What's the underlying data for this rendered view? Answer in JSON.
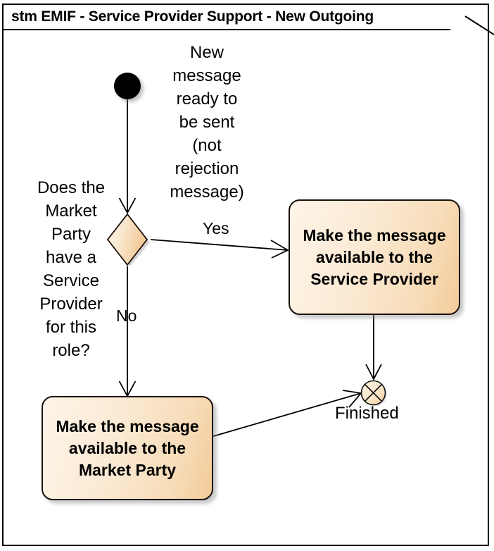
{
  "diagram": {
    "title": "stm EMIF - Service Provider Support - New Outgoing",
    "kind": "uml-state-machine",
    "colors": {
      "frame_border": "#000000",
      "node_fill_light": "#fdf4e8",
      "node_fill_dark": "#f2cb99",
      "node_border": "#1a1008",
      "initial_node_fill": "#000000",
      "connector": "#000000",
      "shadow": "#8a8a8a"
    },
    "nodes": [
      {
        "id": "initial",
        "type": "initial-node",
        "label": ""
      },
      {
        "id": "decision",
        "type": "decision-diamond",
        "label": "Does the Market Party have a Service Provider for this role?"
      },
      {
        "id": "state-service-provider",
        "type": "state",
        "label": "Make the message available to the Service Provider"
      },
      {
        "id": "state-market-party",
        "type": "state",
        "label": "Make the message available to the Market Party"
      },
      {
        "id": "terminate",
        "type": "terminate-node",
        "label": "Finished"
      }
    ],
    "labels": {
      "trigger_text": "New\nmessage\nready to\nbe sent\n(not\nrejection\nmessage)",
      "decision_question": "Does the\nMarket\nParty\nhave a\nService\nProvider\nfor this\nrole?",
      "guard_yes": "Yes",
      "guard_no": "No",
      "terminate_label": "Finished",
      "state_service_provider": "Make the\nmessage\navailable to the\nService Provider",
      "state_market_party": "Make the\nmessage\navailable to the\nMarket Party"
    },
    "transitions": [
      {
        "from": "initial",
        "to": "decision",
        "guard": "",
        "trigger": "New message ready to be sent (not rejection message)"
      },
      {
        "from": "decision",
        "to": "state-service-provider",
        "guard": "Yes",
        "trigger": ""
      },
      {
        "from": "decision",
        "to": "state-market-party",
        "guard": "No",
        "trigger": ""
      },
      {
        "from": "state-service-provider",
        "to": "terminate",
        "guard": "",
        "trigger": ""
      },
      {
        "from": "state-market-party",
        "to": "terminate",
        "guard": "",
        "trigger": ""
      }
    ]
  }
}
